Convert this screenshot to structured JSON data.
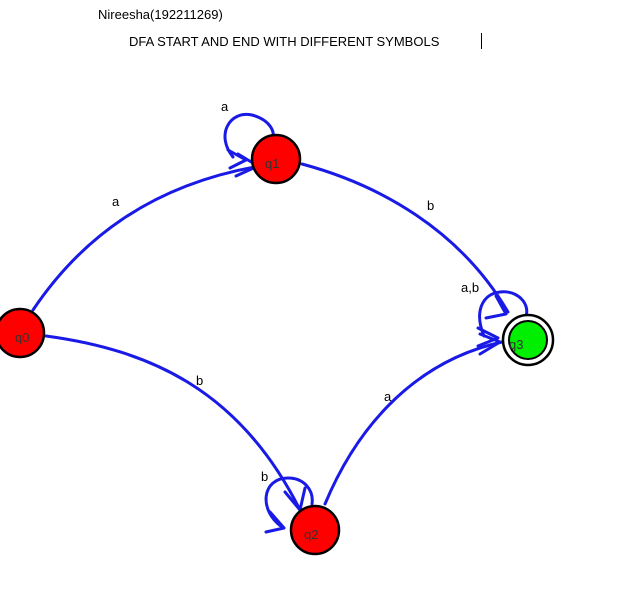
{
  "header": {
    "author": "Nireesha(192211269)",
    "title": "DFA START AND END WITH DIFFERENT SYMBOLS"
  },
  "colors": {
    "state_fill": "#ff0000",
    "final_fill": "#00ee00",
    "edge": "#1a1ae6"
  },
  "states": [
    {
      "id": "q0",
      "label": "q0",
      "final": false
    },
    {
      "id": "q1",
      "label": "q1",
      "final": false
    },
    {
      "id": "q2",
      "label": "q2",
      "final": false
    },
    {
      "id": "q3",
      "label": "q3",
      "final": true
    }
  ],
  "transitions": [
    {
      "from": "q0",
      "to": "q1",
      "label": "a"
    },
    {
      "from": "q0",
      "to": "q2",
      "label": "b"
    },
    {
      "from": "q1",
      "to": "q1",
      "label": "a"
    },
    {
      "from": "q1",
      "to": "q3",
      "label": "b"
    },
    {
      "from": "q2",
      "to": "q2",
      "label": "b"
    },
    {
      "from": "q2",
      "to": "q3",
      "label": "a"
    },
    {
      "from": "q3",
      "to": "q3",
      "label": "a,b"
    }
  ]
}
